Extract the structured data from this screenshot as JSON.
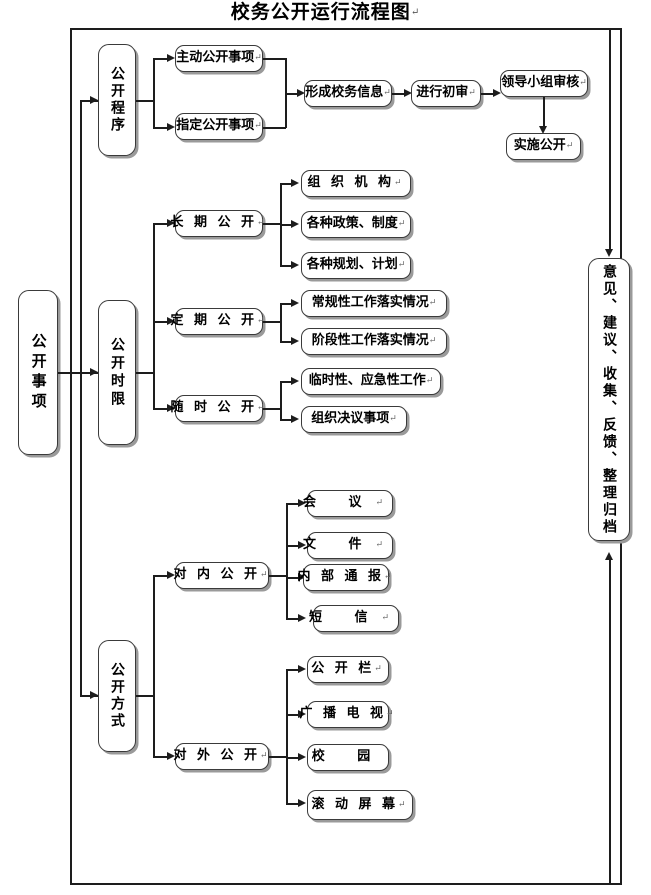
{
  "title": {
    "text": "校务公开运行流程图",
    "mark": "↵"
  },
  "diagram": {
    "type": "flowchart",
    "orientation": "left-to-right",
    "nodes": {
      "root": {
        "label": "公开事项",
        "mark": "↵",
        "orientation": "vertical"
      },
      "procedure": {
        "label": "公开程序",
        "mark": "↵",
        "orientation": "vertical"
      },
      "timeframe": {
        "label": "公开时限",
        "mark": "↵",
        "orientation": "vertical"
      },
      "method": {
        "label": "公开方式",
        "mark": "↵",
        "orientation": "vertical"
      },
      "feedback": {
        "label": "意见、建议、收集、反馈、整理归档",
        "mark": "",
        "orientation": "vertical"
      },
      "active_items": {
        "label": "主动公开事项",
        "mark": "↵"
      },
      "assigned_items": {
        "label": "指定公开事项",
        "mark": "↵"
      },
      "form_info": {
        "label": "形成校务信息",
        "mark": "↵"
      },
      "first_review": {
        "label": "进行初审",
        "mark": "↵"
      },
      "leader_review": {
        "label": "领导小组审核",
        "mark": "↵"
      },
      "implement": {
        "label": "实施公开",
        "mark": "↵"
      },
      "long_term": {
        "label": "长 期 公 开",
        "mark": "↵"
      },
      "periodic": {
        "label": "定 期 公 开",
        "mark": "↵"
      },
      "anytime": {
        "label": "随 时 公 开",
        "mark": "↵"
      },
      "org_structure": {
        "label": "组 织 机 构",
        "mark": "↵"
      },
      "policies": {
        "label": "各种政策、制度",
        "mark": "↵"
      },
      "plans": {
        "label": "各种规划、计划",
        "mark": "↵"
      },
      "routine_work": {
        "label": "常规性工作落实情况",
        "mark": "↵"
      },
      "phase_work": {
        "label": "阶段性工作落实情况",
        "mark": "↵"
      },
      "urgent_work": {
        "label": "临时性、应急性工作",
        "mark": "↵"
      },
      "resolutions": {
        "label": "组织决议事项",
        "mark": "↵"
      },
      "internal": {
        "label": "对 内 公 开",
        "mark": "↵"
      },
      "external": {
        "label": "对 外 公 开",
        "mark": "↵"
      },
      "meeting": {
        "label": "会        议",
        "mark": "↵"
      },
      "document": {
        "label": "文        件",
        "mark": "↵"
      },
      "internal_bulletin": {
        "label": "内 部 通 报",
        "mark": "↵"
      },
      "sms": {
        "label": "短        信",
        "mark": "↵"
      },
      "bulletin_board": {
        "label": "公 开 栏",
        "mark": "↵"
      },
      "broadcast_tv": {
        "label": "广 播 电 视",
        "mark": "↵"
      },
      "campus": {
        "label": "校        园",
        "mark": ""
      },
      "scrolling_screen": {
        "label": "滚 动 屏 幕",
        "mark": "↵"
      }
    },
    "colors": {
      "line": "#1d1d1d",
      "border": "#3a3a3a",
      "shadow": "#9a9a9a",
      "background": "#ffffff"
    }
  }
}
